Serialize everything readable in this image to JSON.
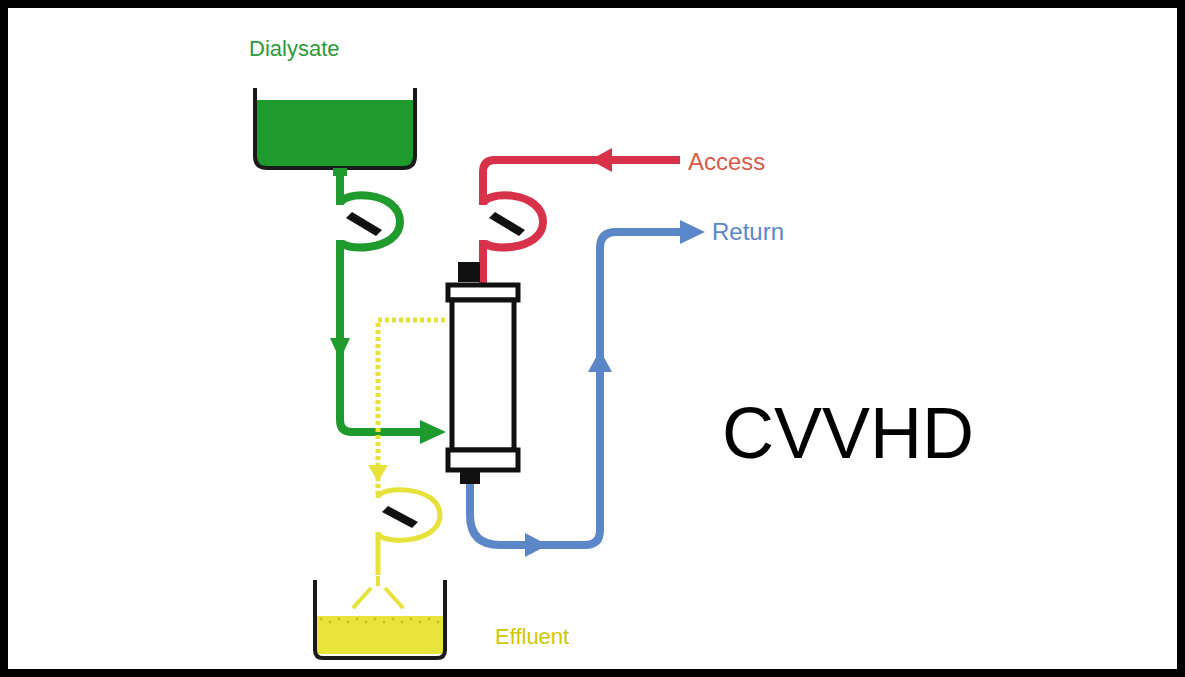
{
  "diagram": {
    "nodes": [
      {
        "text": [
          "Dialysate"
        ]
      },
      {
        "text": [
          "Effluent"
        ]
      }
    ],
    "labels": [
      "Access",
      "Return",
      "CVVHD"
    ]
  }
}
